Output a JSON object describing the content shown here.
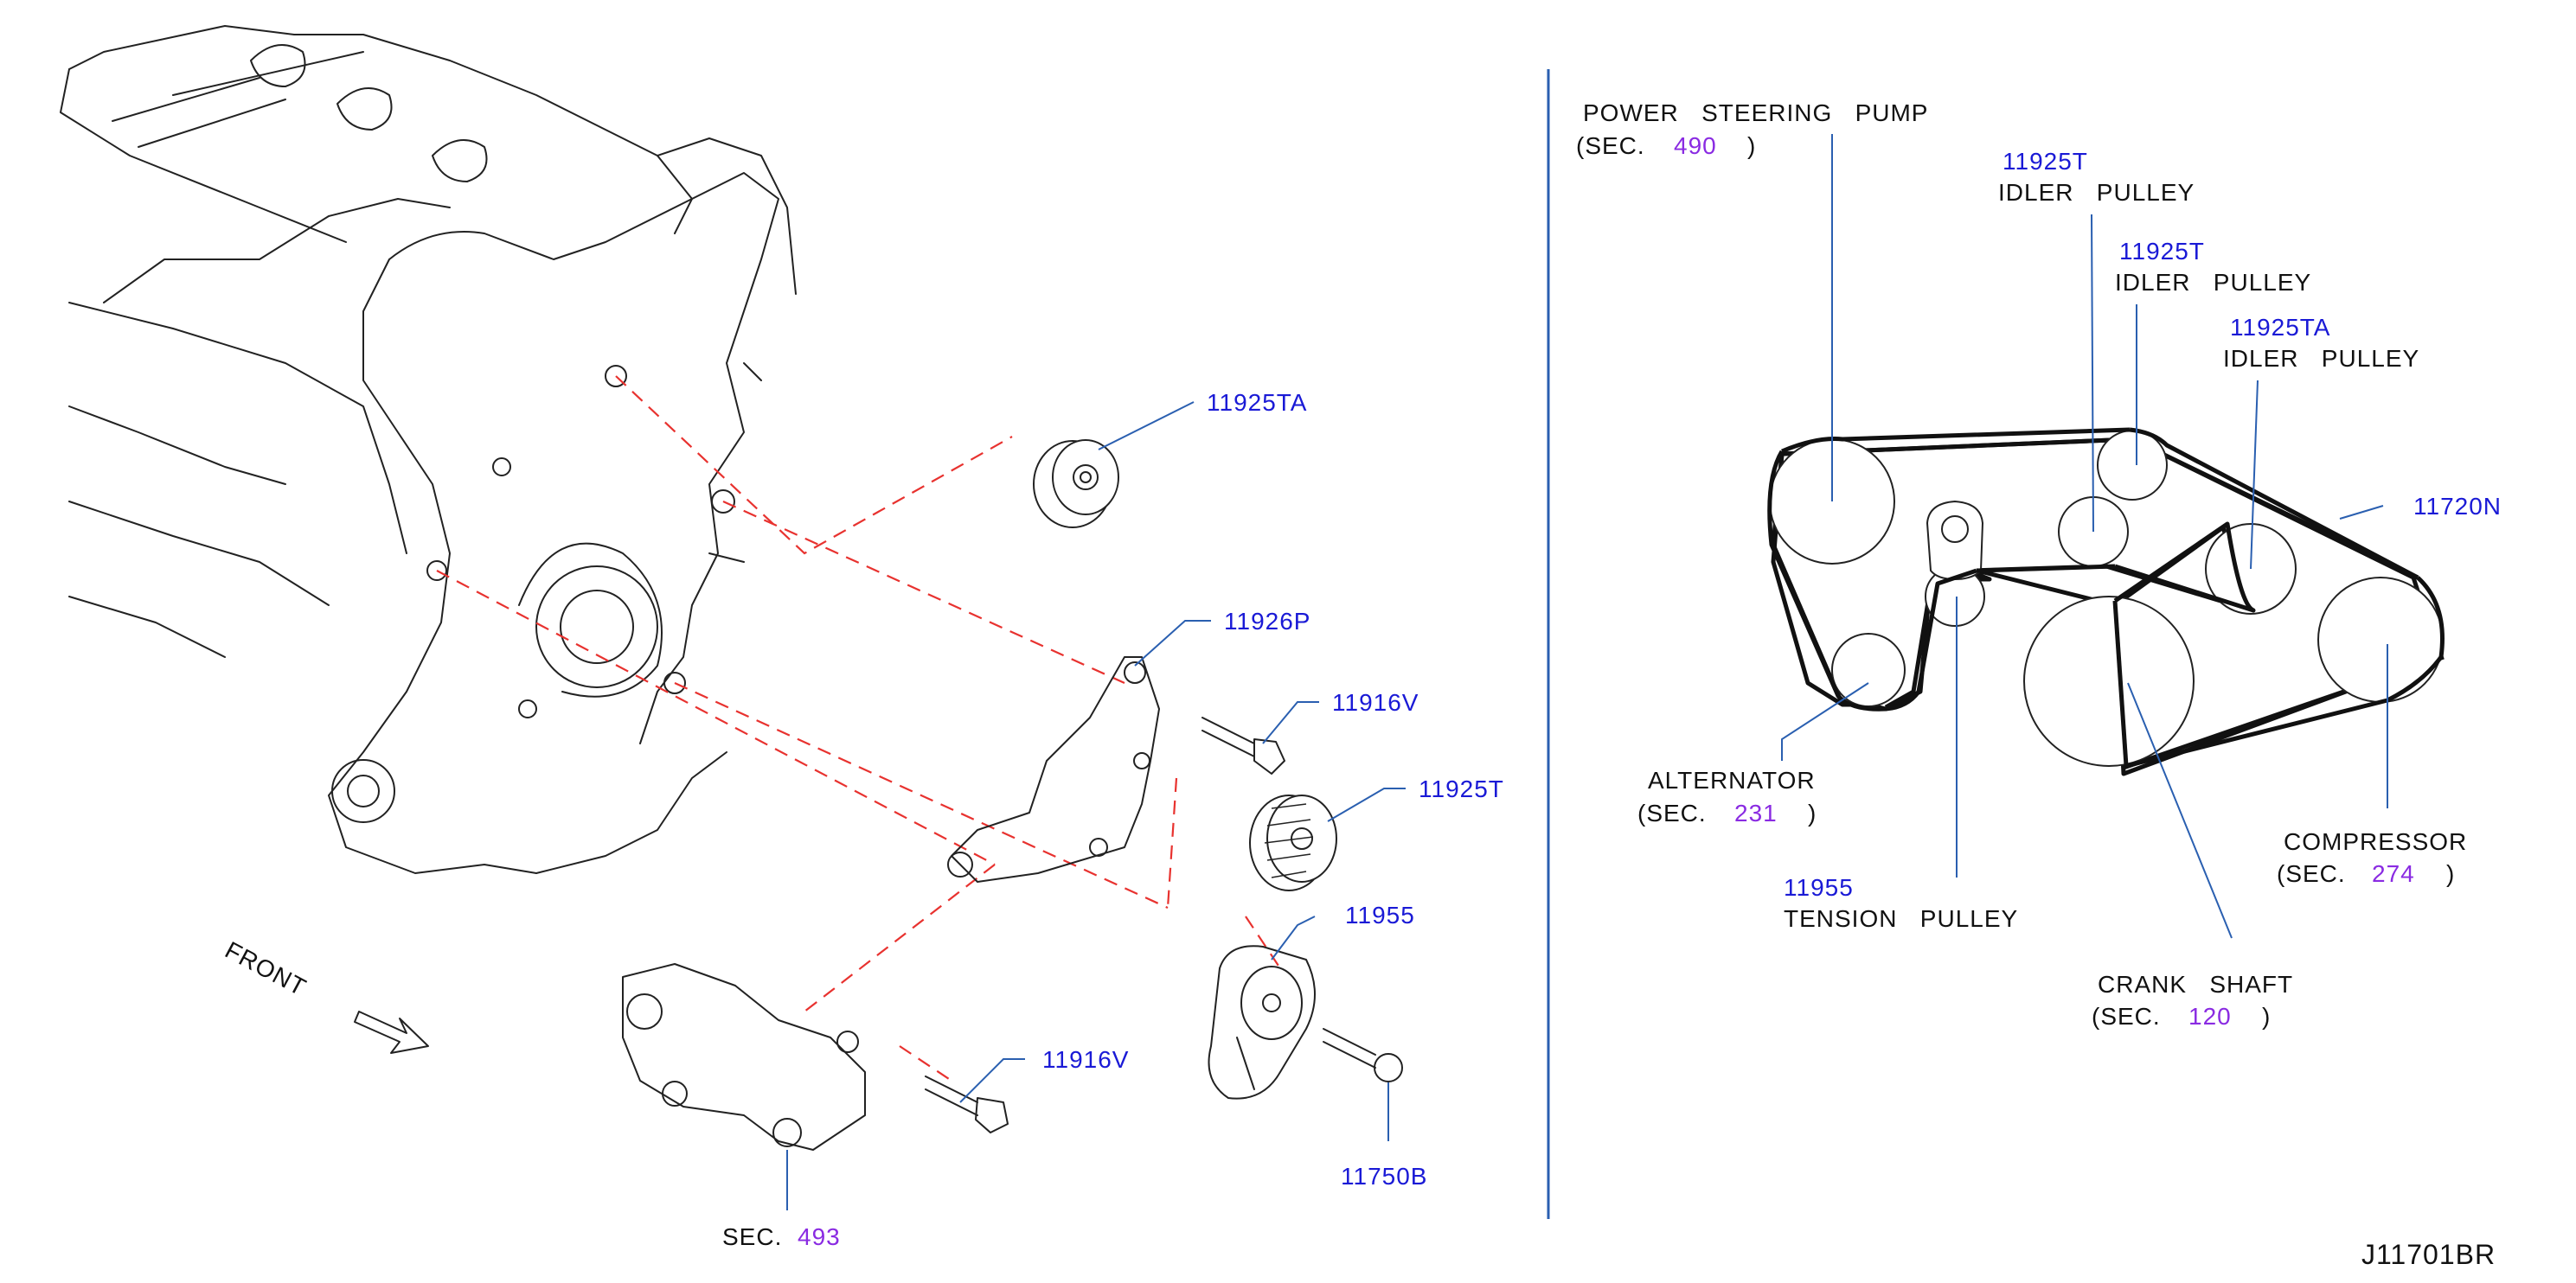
{
  "diagram_code": "J11701BR",
  "colors": {
    "part_number": "#1a1ad6",
    "section_number": "#8a2be2",
    "leader": "#2a5fb0",
    "dashed": "#e8322f"
  },
  "left": {
    "front": "FRONT",
    "parts": {
      "p11925TA": "11925TA",
      "p11926P": "11926P",
      "p11916V_a": "11916V",
      "p11925T": "11925T",
      "p11955": "11955",
      "p11916V_b": "11916V",
      "p11750B": "11750B",
      "sec_prefix": "SEC.",
      "sec_493": "493"
    }
  },
  "right": {
    "power_steering": {
      "name": "POWER   STEERING   PUMP",
      "sec_open": "(SEC.",
      "sec": "490",
      "sec_close": ")"
    },
    "idler1": {
      "pn": "11925T",
      "name": "IDLER   PULLEY"
    },
    "idler2": {
      "pn": "11925T",
      "name": "IDLER   PULLEY"
    },
    "idler3": {
      "pn": "11925TA",
      "name": "IDLER   PULLEY"
    },
    "belt": {
      "pn": "11720N"
    },
    "alternator": {
      "name": "ALTERNATOR",
      "sec_open": "(SEC.",
      "sec": "231",
      "sec_close": ")"
    },
    "tension": {
      "pn": "11955",
      "name": "TENSION   PULLEY"
    },
    "compressor": {
      "name": "COMPRESSOR",
      "sec_open": "(SEC.",
      "sec": "274",
      "sec_close": ")"
    },
    "crank": {
      "name": "CRANK   SHAFT",
      "sec_open": "(SEC.",
      "sec": "120",
      "sec_close": ")"
    }
  }
}
